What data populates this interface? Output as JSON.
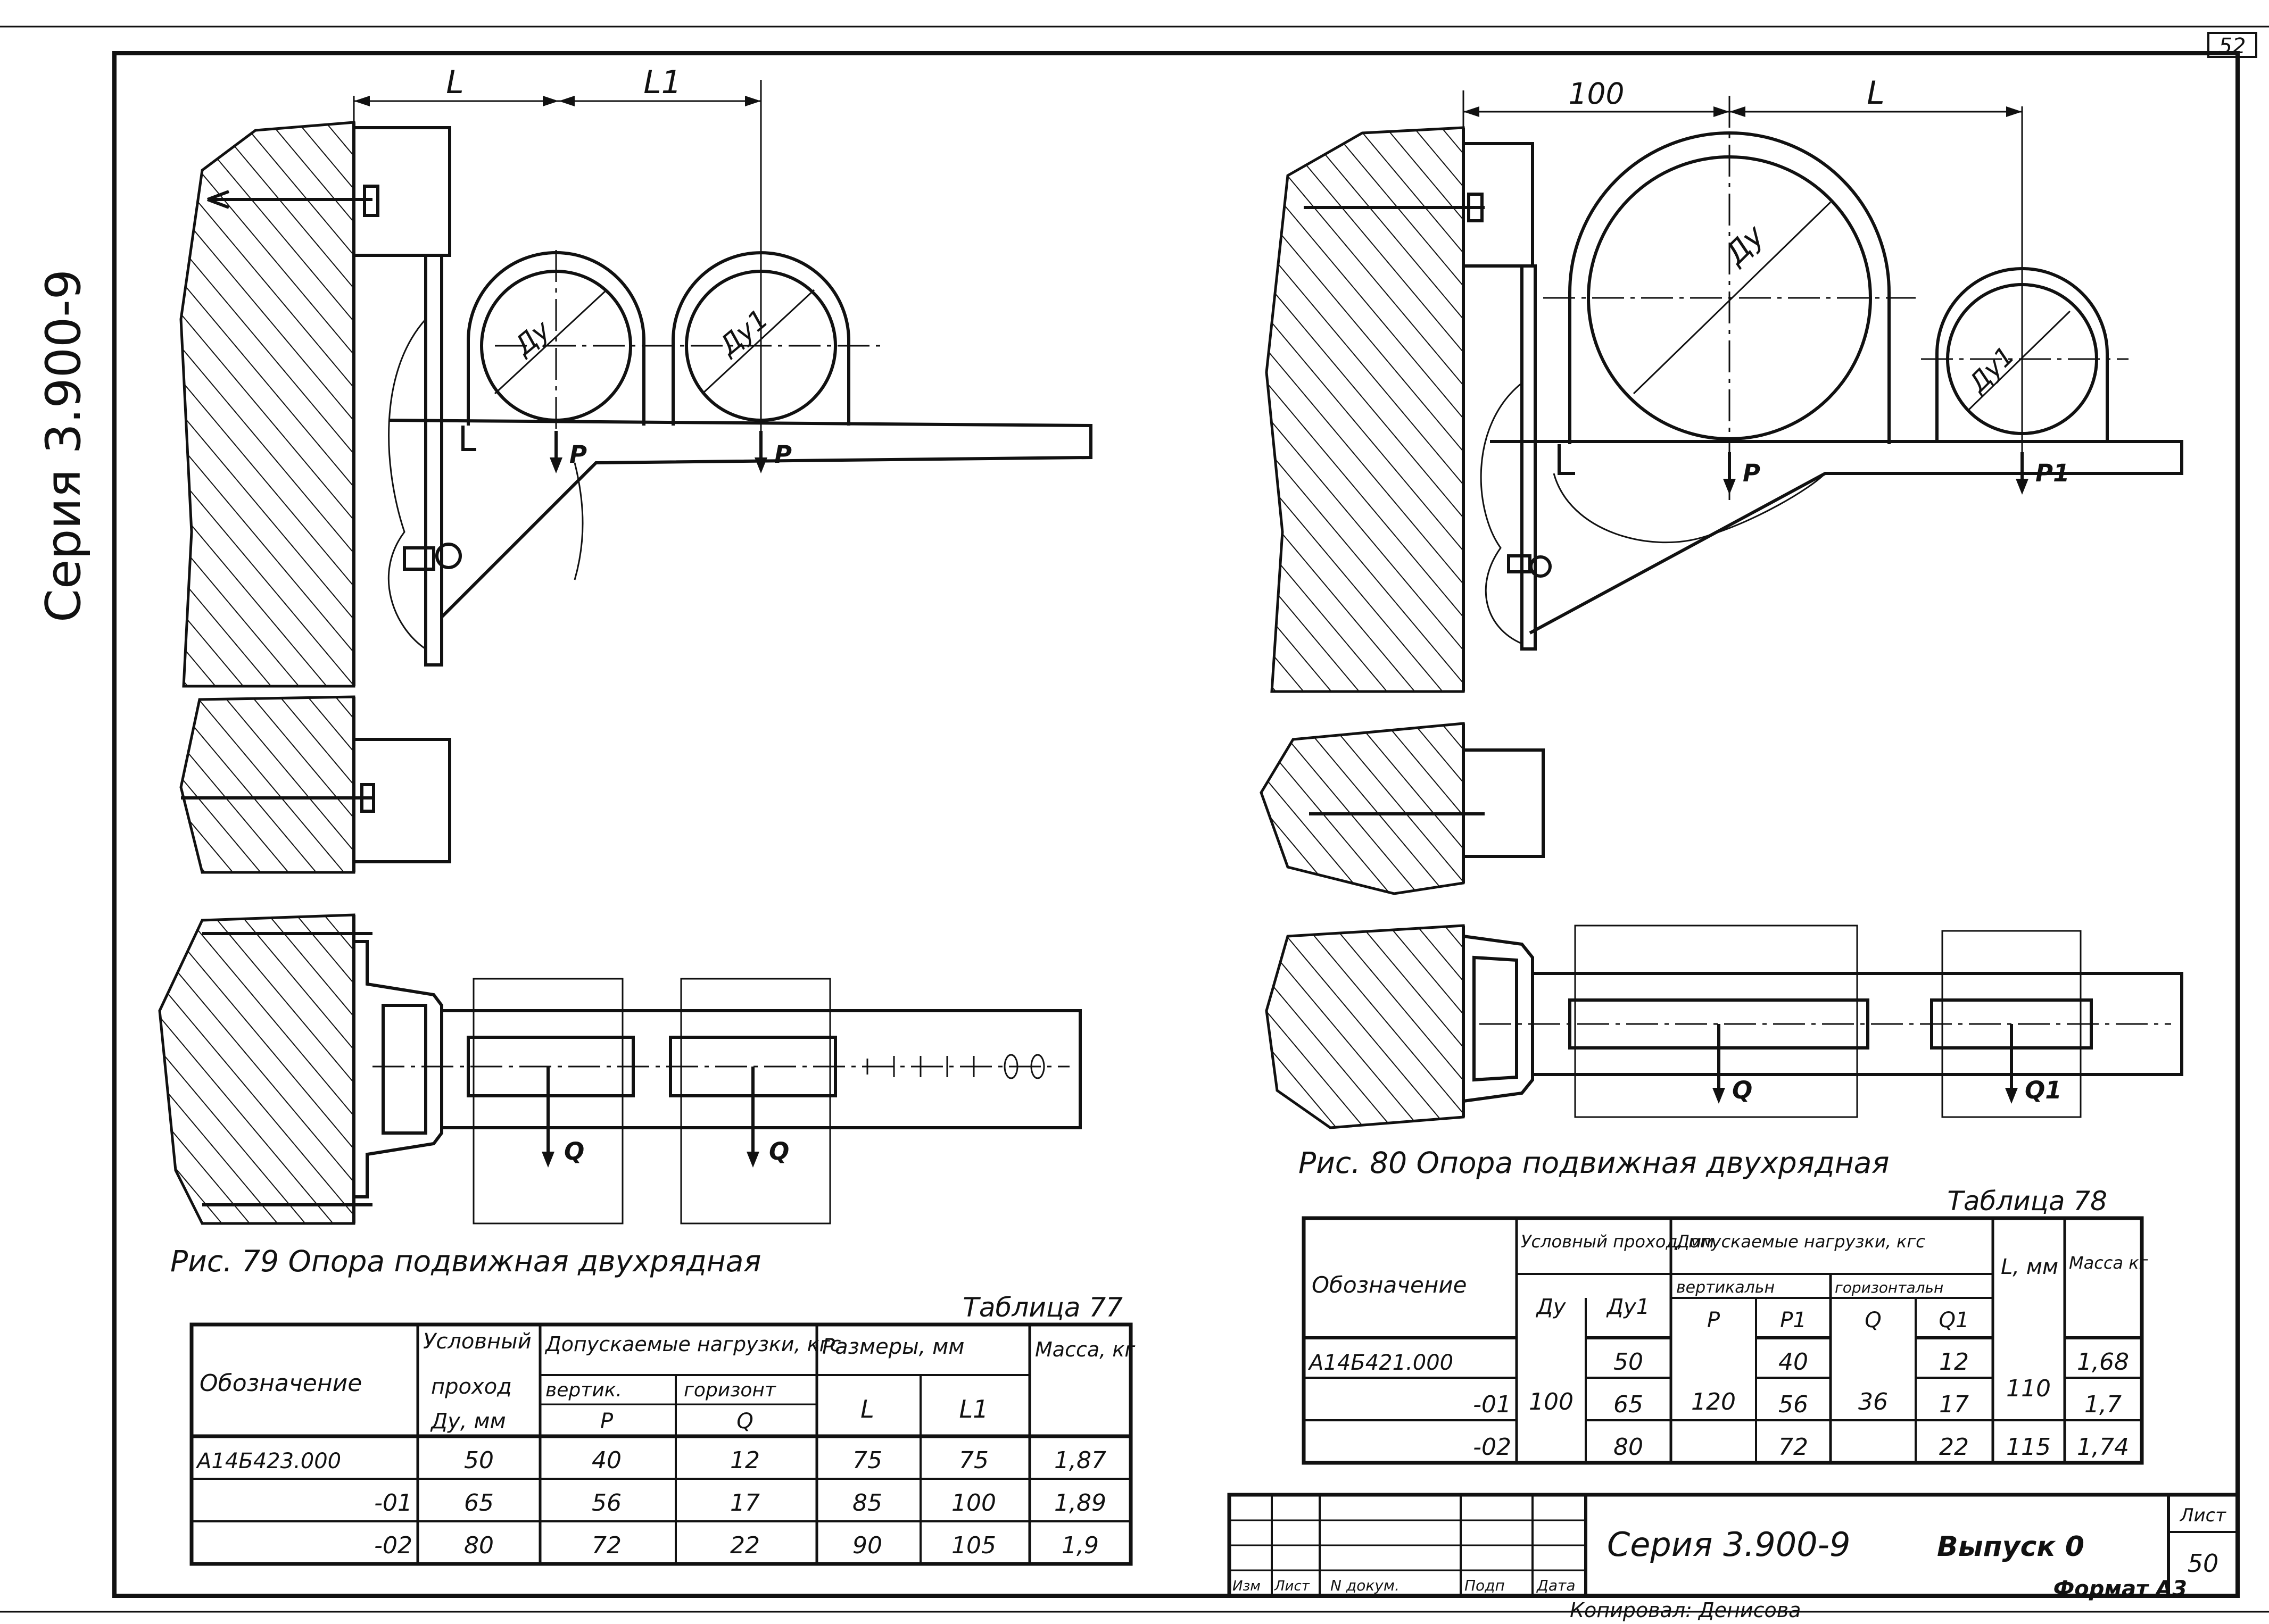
{
  "sheet": {
    "corner_number": "52",
    "side_series": "Серия 3.900-9",
    "copied": "Копировал: Денисова",
    "format": "Формат А3"
  },
  "fig79": {
    "caption": "Рис. 79   Опора подвижная двухрядная",
    "dim_l": "L",
    "dim_l1": "L1",
    "du": "Ду",
    "du1": "Ду1",
    "load_p": "P",
    "load_q": "Q"
  },
  "fig80": {
    "caption": "Рис. 80   Опора подвижная двухрядная",
    "dim_100": "100",
    "dim_l": "L",
    "du": "Ду",
    "du1": "Ду1",
    "load_p": "P",
    "load_p1": "P1",
    "load_q": "Q",
    "load_q1": "Q1"
  },
  "table77": {
    "title": "Таблица 77",
    "h_designation": "Обозначение",
    "h_bore_1": "Условный",
    "h_bore_2": "проход",
    "h_bore_3": "Ду, мм",
    "h_loads": "Допускаемые нагрузки, кгс",
    "h_vert": "вертик.",
    "h_horiz": "горизонт",
    "h_p": "P",
    "h_q": "Q",
    "h_sizes": "Размеры, мм",
    "h_l": "L",
    "h_l1": "L1",
    "h_mass": "Масса, кг",
    "rows": [
      {
        "designation": "А14Б423.000",
        "du": "50",
        "p": "40",
        "q": "12",
        "l": "75",
        "l1": "75",
        "mass": "1,87"
      },
      {
        "designation": "-01",
        "du": "65",
        "p": "56",
        "q": "17",
        "l": "85",
        "l1": "100",
        "mass": "1,89"
      },
      {
        "designation": "-02",
        "du": "80",
        "p": "72",
        "q": "22",
        "l": "90",
        "l1": "105",
        "mass": "1,9"
      }
    ]
  },
  "table78": {
    "title": "Таблица 78",
    "h_designation": "Обозначение",
    "h_bore": "Условный проход, мм",
    "h_du": "Ду",
    "h_du1": "Ду1",
    "h_loads": "Допускаемые нагрузки, кгс",
    "h_vert": "вертикальн",
    "h_horiz": "горизонтальн",
    "h_p": "P",
    "h_p1": "P1",
    "h_q": "Q",
    "h_q1": "Q1",
    "h_l": "L, мм",
    "h_mass": "Масса кг",
    "du_common": "100",
    "p_common": "120",
    "q_common": "36",
    "l_common": "110",
    "rows": [
      {
        "designation": "А14Б421.000",
        "du1": "50",
        "p1": "40",
        "q1": "12",
        "l": "",
        "mass": "1,68"
      },
      {
        "designation": "-01",
        "du1": "65",
        "p1": "56",
        "q1": "17",
        "l": "",
        "mass": "1,7"
      },
      {
        "designation": "-02",
        "du1": "80",
        "p1": "72",
        "q1": "22",
        "l": "115",
        "mass": "1,74"
      }
    ]
  },
  "title_block": {
    "series": "Серия 3.900-9",
    "issue": "Выпуск 0",
    "sheet_label": "Лист",
    "sheet_no": "50",
    "c_izm": "Изм",
    "c_list": "Лист",
    "c_doc": "N докум.",
    "c_sign": "Подп",
    "c_date": "Дата"
  }
}
